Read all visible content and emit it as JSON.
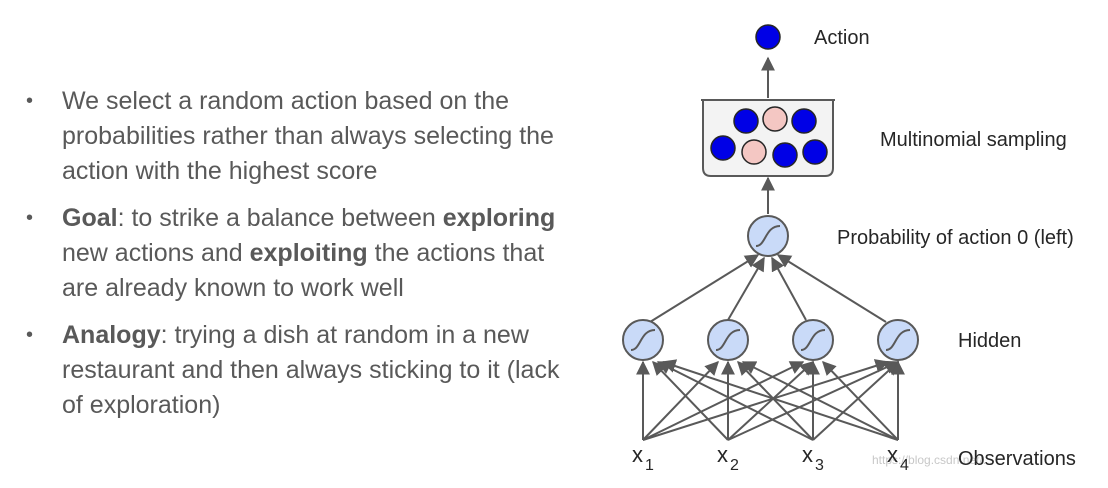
{
  "bullets": [
    {
      "pre": "",
      "bold": "",
      "text": "We select a random action based on the probabilities rather than always selecting the action with the highest score"
    },
    {
      "bold": "Goal",
      "text1": ": to strike a balance between ",
      "bold2": "exploring",
      "text2": " new actions and ",
      "bold3": "exploiting",
      "text3": " the actions that are already known to work well"
    },
    {
      "bold": "Analogy",
      "text": ": trying a dish at random in a new restaurant and then always sticking to it (lack of exploration)"
    }
  ],
  "diagram": {
    "labels": {
      "action": "Action",
      "sampling": "Multinomial sampling",
      "probability": "Probability of action 0 (left)",
      "hidden": "Hidden",
      "observations": "Observations"
    },
    "inputs": [
      {
        "base": "x",
        "sub": "1"
      },
      {
        "base": "x",
        "sub": "2"
      },
      {
        "base": "x",
        "sub": "3"
      },
      {
        "base": "x",
        "sub": "4"
      }
    ],
    "watermark": "https://blog.csdn.net/...",
    "colors": {
      "action_ball": "#0000e6",
      "pink_ball": "#f4c7c3",
      "neuron_fill": "#c9daf8",
      "arrow": "#595959"
    }
  }
}
